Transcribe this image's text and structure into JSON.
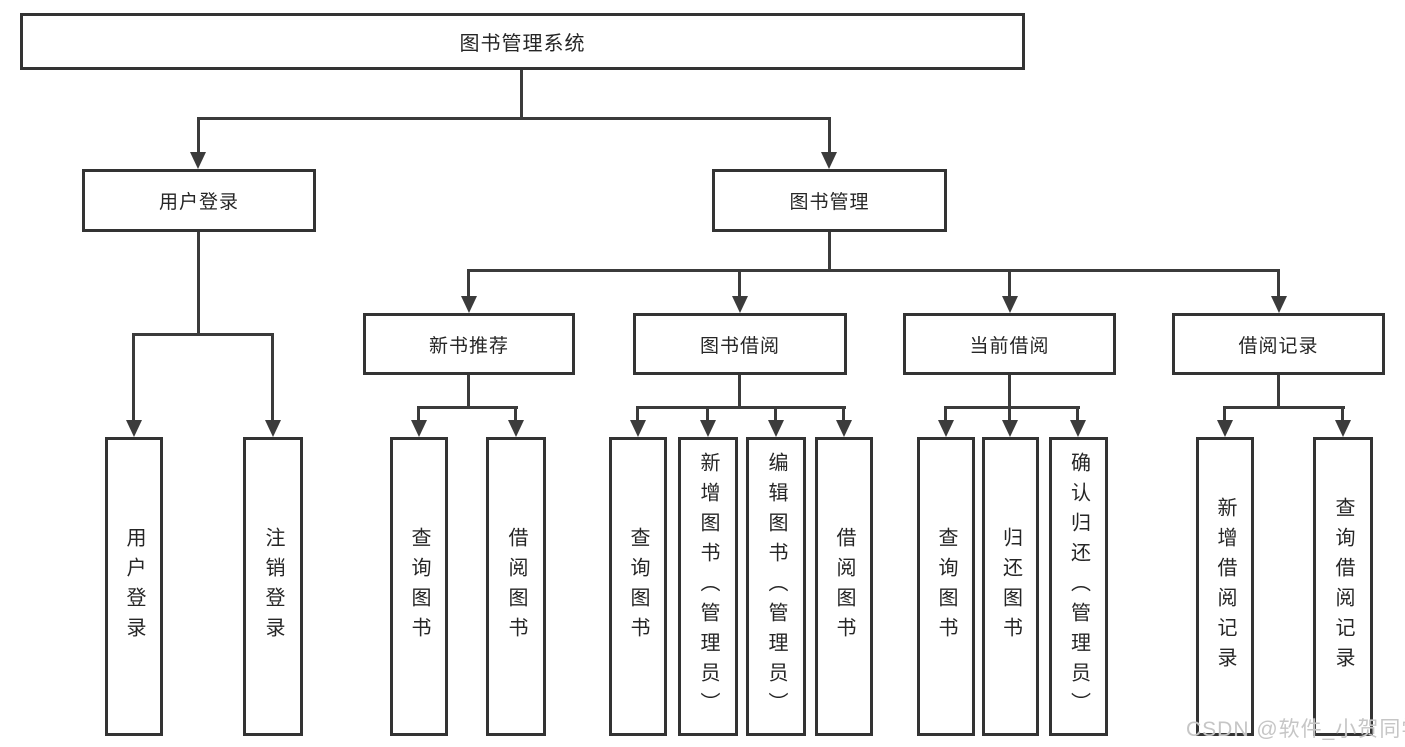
{
  "nodes": {
    "root": "图书管理系统",
    "user_login": "用户登录",
    "book_management": "图书管理",
    "new_book_recommendation": "新书推荐",
    "book_borrowing": "图书借阅",
    "current_borrowing": "当前借阅",
    "borrowing_records": "借阅记录",
    "leaf_user_login": "用户登录",
    "leaf_logout": "注销登录",
    "leaf_recommend_query_books": "查询图书",
    "leaf_recommend_borrow_books": "借阅图书",
    "leaf_borrowing_query_books": "查询图书",
    "leaf_borrowing_add_books": "新增图书（管理员）",
    "leaf_borrowing_edit_books": "编辑图书（管理员）",
    "leaf_borrowing_borrow_books": "借阅图书",
    "leaf_current_query_books": "查询图书",
    "leaf_current_return_books": "归还图书",
    "leaf_current_confirm_return": "确认归还（管理员）",
    "leaf_records_add_record": "新增借阅记录",
    "leaf_records_query_record": "查询借阅记录"
  },
  "watermark": {
    "text": "CSDN @软件_小贺同学"
  }
}
